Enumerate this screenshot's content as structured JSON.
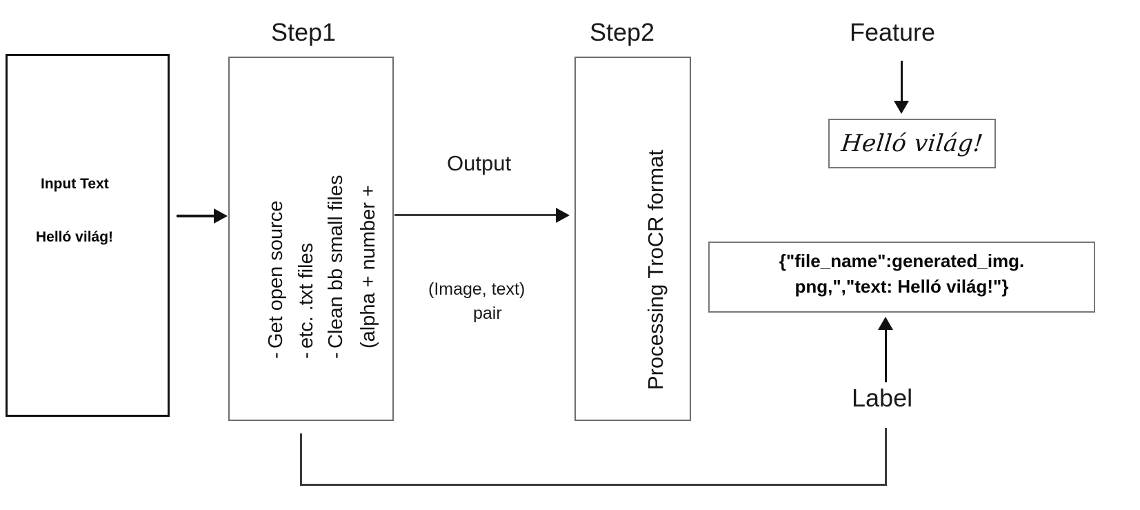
{
  "diagram": {
    "steps": {
      "step1_title": "Step1",
      "step2_title": "Step2"
    },
    "input_box": {
      "heading": "Input Text",
      "sample_text": "Helló világ!"
    },
    "step1_items": [
      {
        "bullet": "-",
        "text": "Get open source"
      },
      {
        "bullet": "-",
        "text": "etc. .txt files"
      },
      {
        "bullet": "-",
        "text": "Clean bb small files"
      },
      {
        "bullet": "",
        "text": "(alpha + number +"
      }
    ],
    "step2_body": "Processing TroCR format",
    "output_edge": {
      "label": "Output",
      "sublabel_line1": "(Image, text)",
      "sublabel_line2": "pair"
    },
    "feature": {
      "label": "Feature",
      "handwriting_sample": "Helló világ!"
    },
    "label_edge": {
      "label": "Label"
    },
    "json_box": {
      "line1": "{\"file_name\":generated_img.",
      "line2": "png,\",\"text: Helló világ!\"}"
    },
    "colors": {
      "stroke_dark": "#111111",
      "stroke_gray": "#6d6d6d",
      "background": "#ffffff",
      "text": "#131313"
    }
  }
}
